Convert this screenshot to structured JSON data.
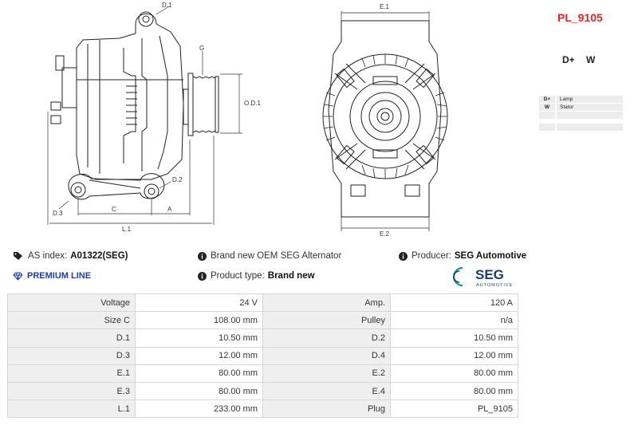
{
  "plug": {
    "code": "PL_9105",
    "pins": [
      "D+",
      "W"
    ],
    "legend": [
      {
        "key": "D+",
        "value": "Lamp"
      },
      {
        "key": "W",
        "value": "Stator"
      },
      {
        "key": "",
        "value": ""
      },
      {
        "key": "",
        "value": ""
      }
    ]
  },
  "drawing": {
    "side_labels": {
      "d1": "D.1",
      "g": "G",
      "od1": "O.D.1",
      "d2": "D.2",
      "d3": "D.3",
      "c": "C",
      "a": "A",
      "l1": "L.1"
    },
    "front_labels": {
      "e1": "E.1",
      "e2": "E.2"
    }
  },
  "info": {
    "as_index_label": "AS index:",
    "as_index_value": "A01322(SEG)",
    "description": "Brand new OEM SEG Alternator",
    "producer_label": "Producer:",
    "producer_value": "SEG Automotive",
    "premium": "PREMIUM LINE",
    "product_type_label": "Product type:",
    "product_type_value": "Brand new",
    "logo_text": "SEG",
    "logo_sub": "AUTOMOTIVE"
  },
  "colors": {
    "accent_red": "#e8251f",
    "premium_blue": "#1f3fa8",
    "seg_teal": "#1a9a9a",
    "seg_navy": "#1b3d6e"
  },
  "icons": {
    "as_index": "tags-icon",
    "description": "info-circle-icon",
    "producer": "info-circle-icon",
    "premium": "diamond-icon",
    "product_type": "info-circle-icon"
  },
  "specs": [
    [
      "Voltage",
      "24 V",
      "Amp.",
      "120 A"
    ],
    [
      "Size C",
      "108.00 mm",
      "Pulley",
      "n/a"
    ],
    [
      "D.1",
      "10.50 mm",
      "D.2",
      "10.50 mm"
    ],
    [
      "D.3",
      "12.00 mm",
      "D.4",
      "12.00 mm"
    ],
    [
      "E.1",
      "80.00 mm",
      "E.2",
      "80.00 mm"
    ],
    [
      "E.3",
      "80.00 mm",
      "E.4",
      "80.00 mm"
    ],
    [
      "L.1",
      "233.00 mm",
      "Plug",
      "PL_9105"
    ]
  ]
}
